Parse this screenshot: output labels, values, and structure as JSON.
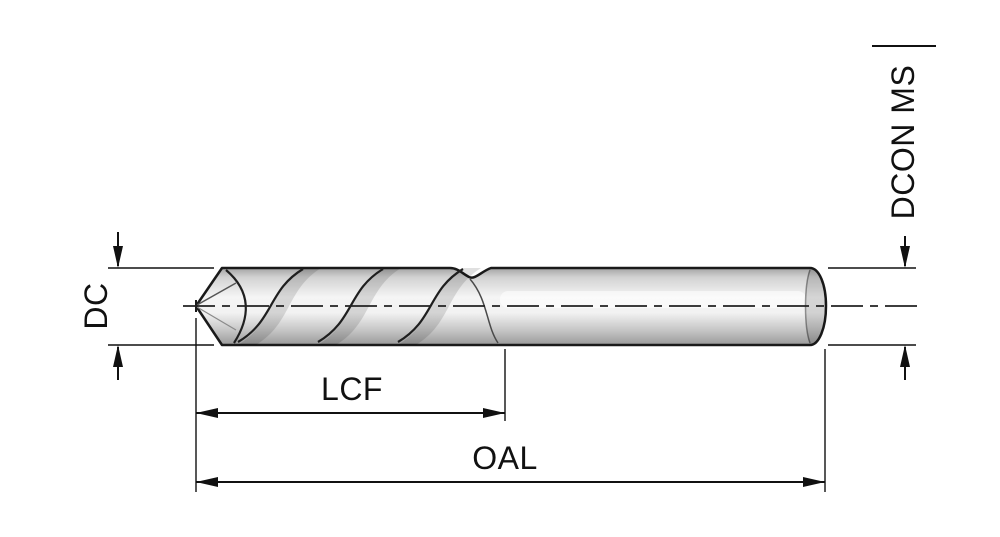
{
  "diagram": {
    "labels": {
      "dc": "DC",
      "lcf": "LCF",
      "oal": "OAL",
      "dcon_ms": "DCON MS"
    },
    "colors": {
      "line": "#111111",
      "outline": "#1a1a1a",
      "background": "#ffffff"
    }
  }
}
